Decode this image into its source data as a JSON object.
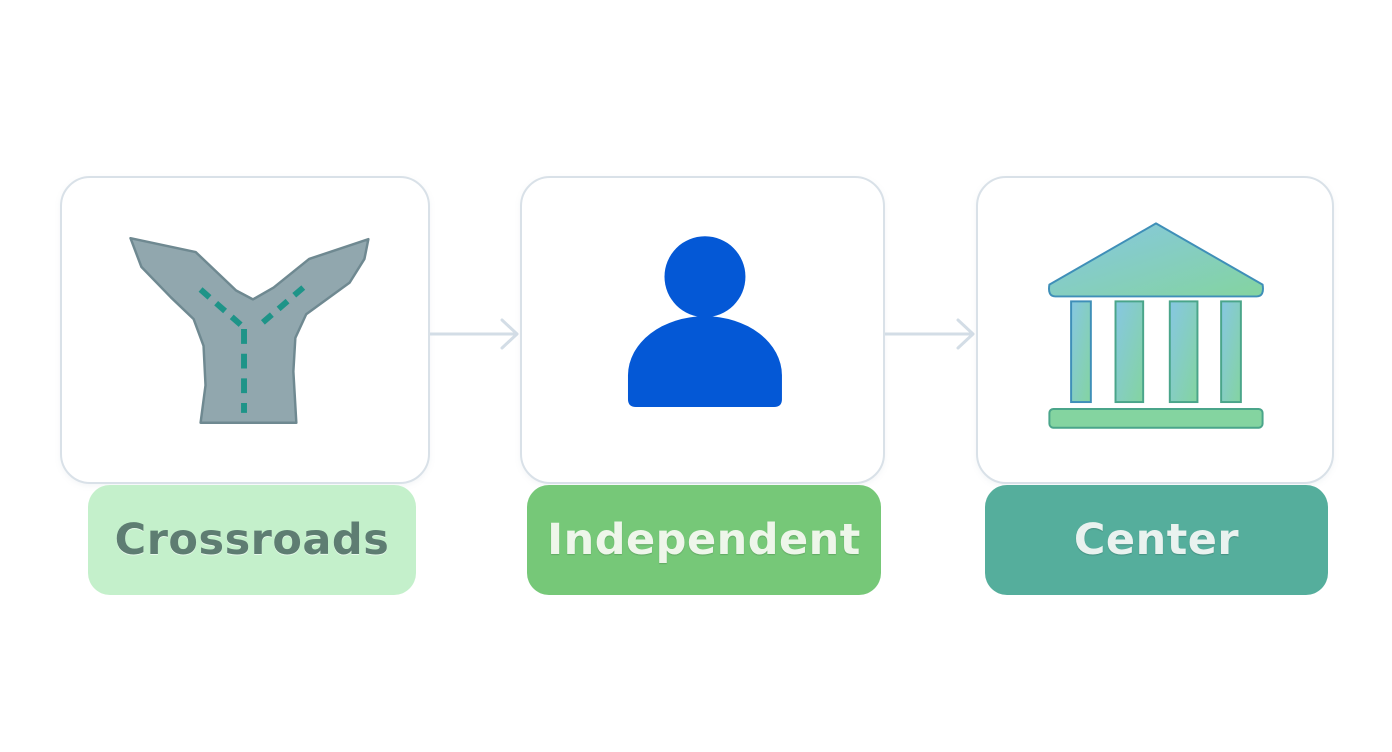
{
  "steps": [
    {
      "label": "Crossroads",
      "icon": "crossroads-icon",
      "color": "#c4f0cb",
      "text_color": "#5e7d72"
    },
    {
      "label": "Independent",
      "icon": "person-icon",
      "color": "#76c878",
      "text_color": "#eef6ea"
    },
    {
      "label": "Center",
      "icon": "institution-icon",
      "color": "#55ae9c",
      "text_color": "#e9f2ef"
    }
  ],
  "colors": {
    "card_border": "#d9e1e8",
    "arrow": "#d3dde6",
    "road": "#91a7ae",
    "road_dash": "#1e9488",
    "person": "#0458d6",
    "building_gradient_start": "#86c7e2",
    "building_gradient_end": "#84d4a0"
  }
}
